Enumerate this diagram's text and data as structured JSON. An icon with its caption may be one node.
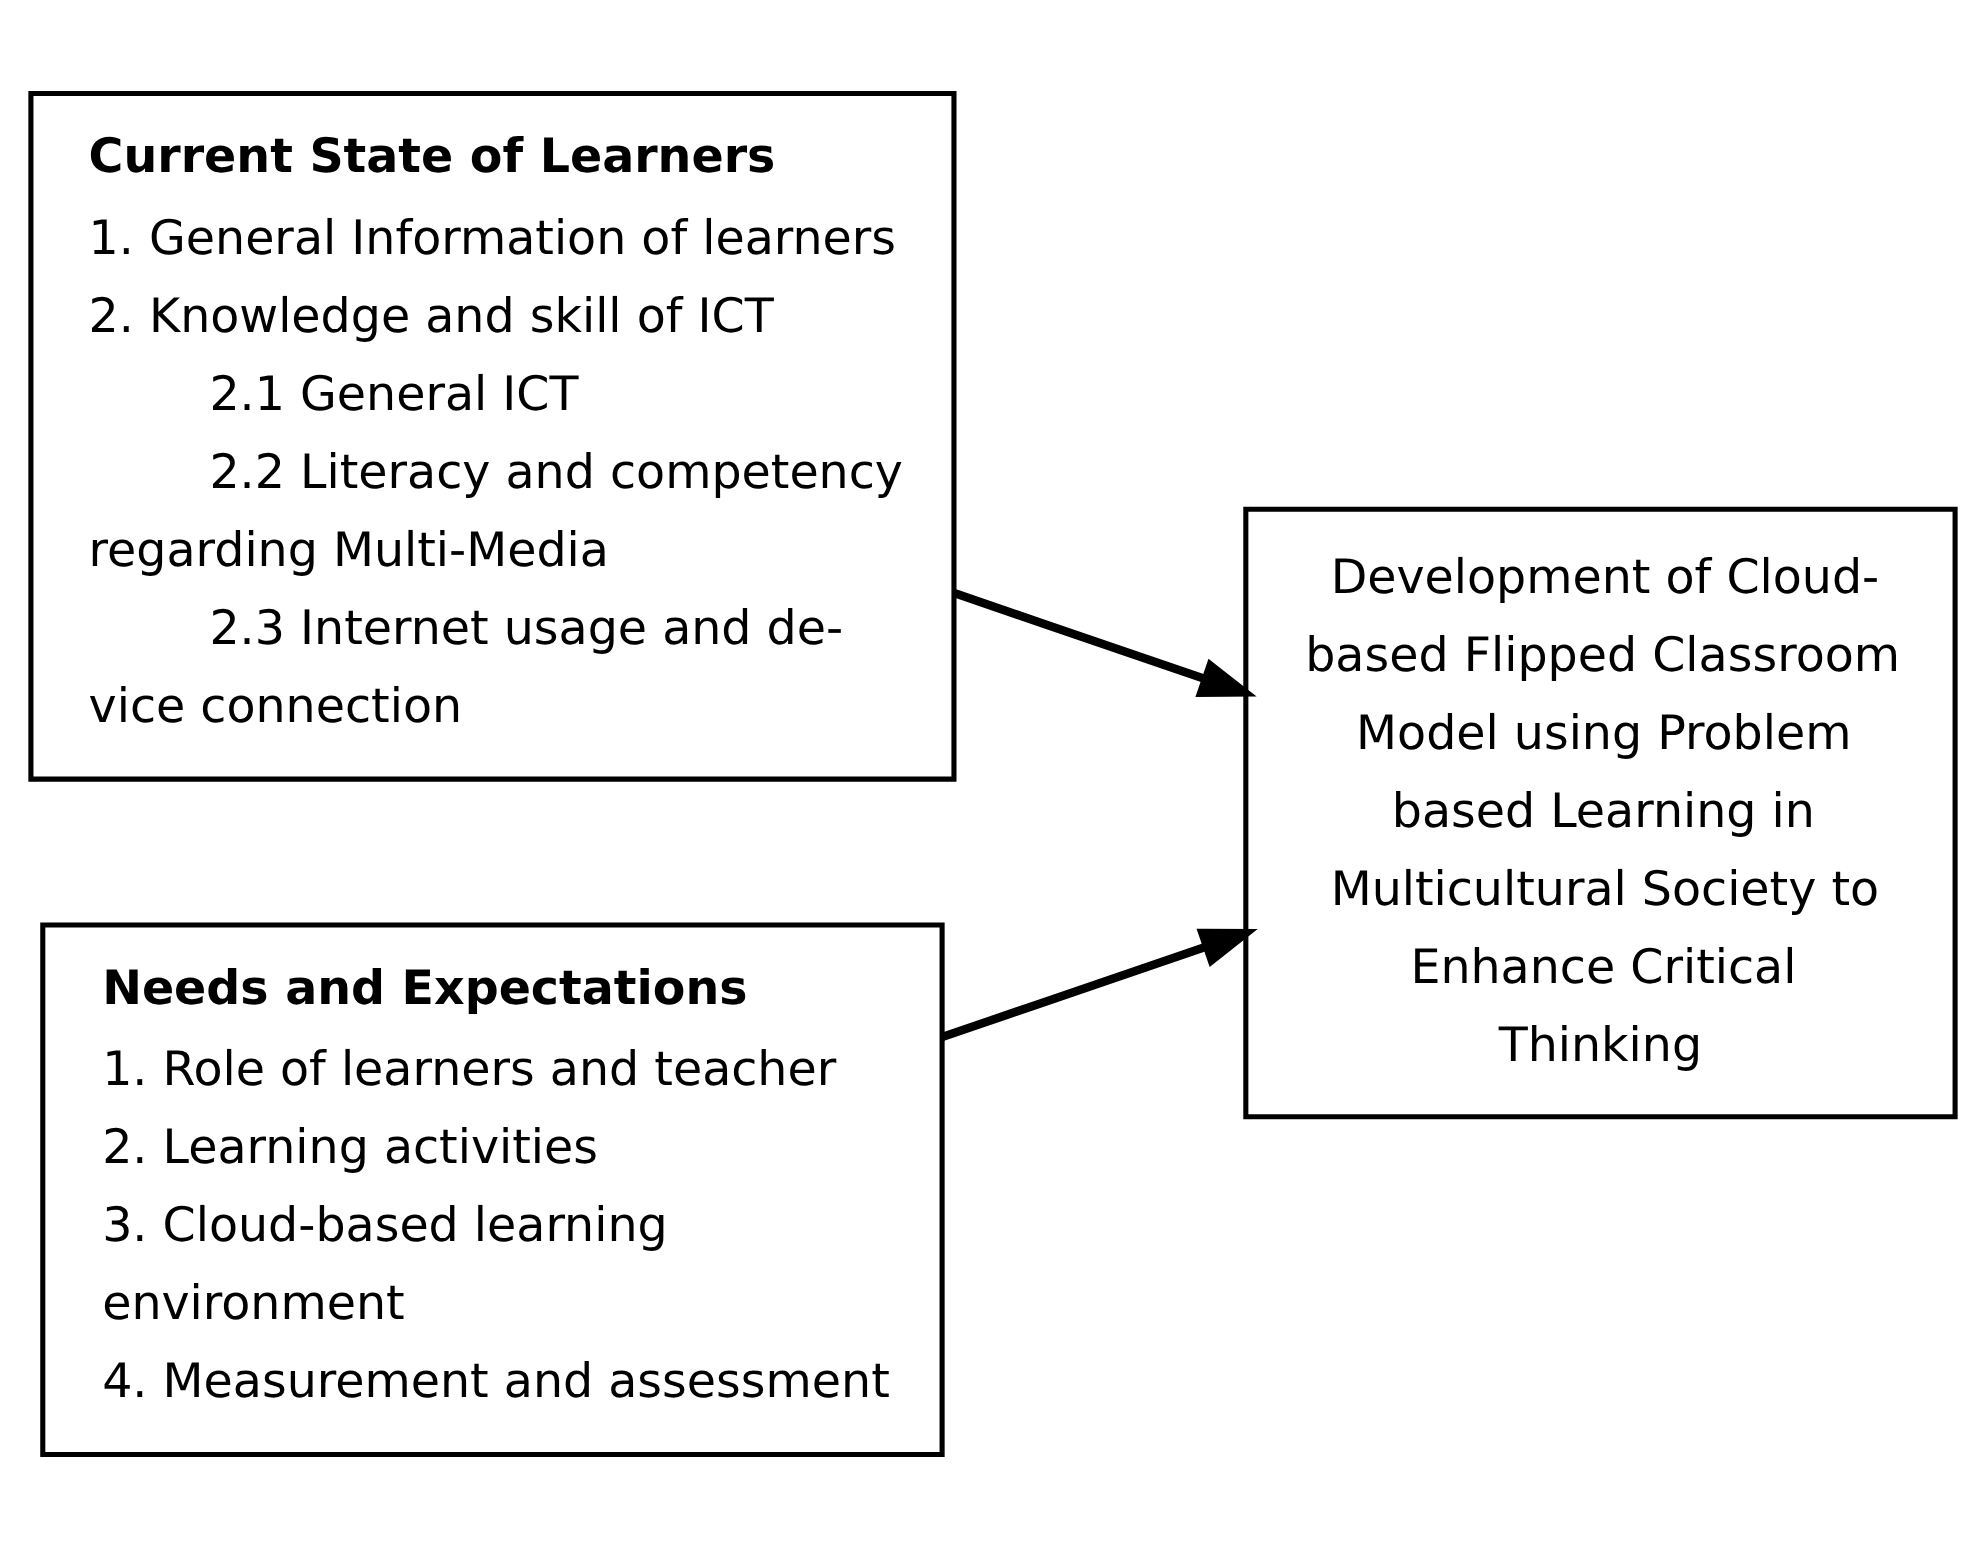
{
  "diagram": {
    "nodes": [
      {
        "text": [
          "Current State of Learners",
          "1. General Information of learners",
          "2. Knowledge and skill of ICT",
          "2.1 General ICT",
          "2.2 Literacy and competency regarding Multi-Media",
          "2.3 Internet usage and de- vice connection"
        ]
      },
      {
        "text": [
          "Needs and Expectations",
          "1. Role of learners and teacher",
          "2. Learning activities",
          "3. Cloud-based learning environment",
          "4. Measurement and assessment"
        ]
      },
      {
        "text": [
          "Development of Cloud-based Flipped Classroom Model using Problem based Learning in Multicultural Society to Enhance Critical Thinking"
        ]
      }
    ],
    "edges": [
      {
        "from": 0,
        "to": 2,
        "arrow": "to"
      },
      {
        "from": 1,
        "to": 2,
        "arrow": "to"
      }
    ]
  }
}
